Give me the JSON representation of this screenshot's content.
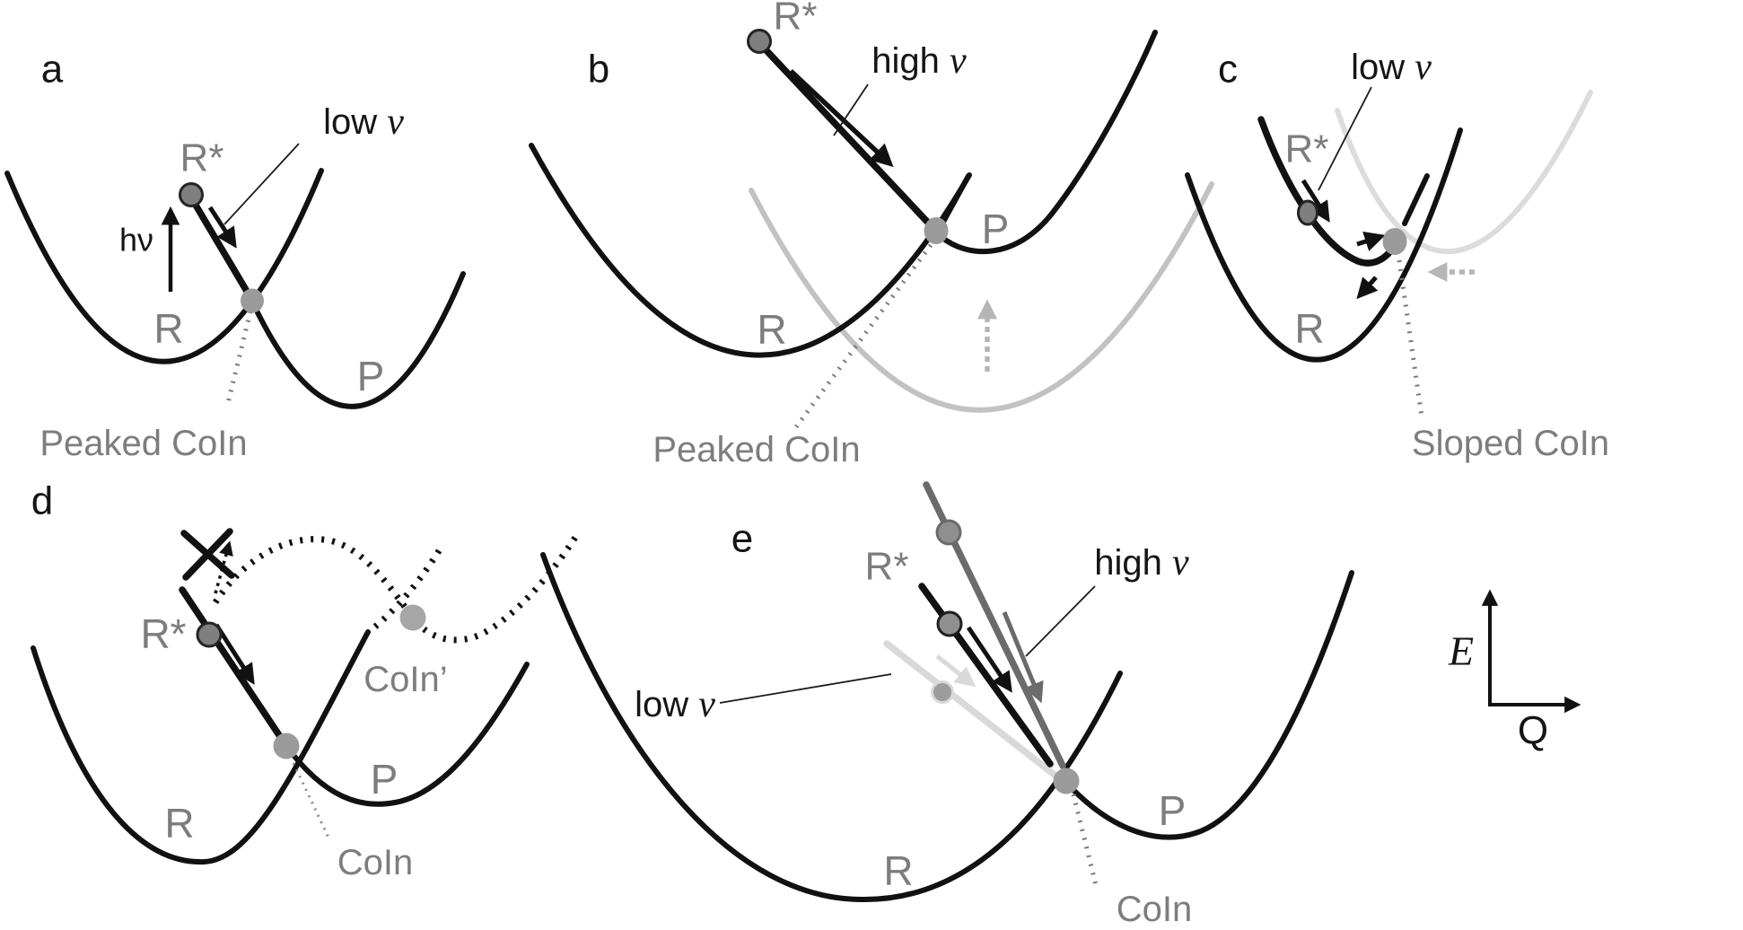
{
  "colors": {
    "curve_black": "#111111",
    "label_gray": "#7d7d7d",
    "coin_dot": "#9b9b9b",
    "rstar_dot": "#7f7f7f",
    "light_curve_b": "#c2c2c2",
    "light_curve_c": "#dcdcdc",
    "traj_dark_gray": "#6b6b6b",
    "traj_light_gray": "#d9d9d9",
    "dashed_arrow_gray": "#b5b5b5",
    "dotted_line_gray": "#7a7a7a"
  },
  "axis": {
    "energy_label": "E",
    "coordinate_label": "Q"
  },
  "panels": {
    "a": {
      "letter": "a",
      "excited_state": "R*",
      "reactant": "R",
      "product": "P",
      "photon": "hν",
      "velocity_prefix": "low ",
      "velocity_symbol": "v",
      "coin": "Peaked CoIn"
    },
    "b": {
      "letter": "b",
      "excited_state": "R*",
      "reactant": "R",
      "product": "P",
      "velocity_prefix": "high ",
      "velocity_symbol": "v",
      "coin": "Peaked CoIn"
    },
    "c": {
      "letter": "c",
      "excited_state": "R*",
      "reactant": "R",
      "velocity_prefix": "low ",
      "velocity_symbol": "v",
      "coin": "Sloped CoIn"
    },
    "d": {
      "letter": "d",
      "excited_state": "R*",
      "reactant": "R",
      "product": "P",
      "coin": "CoIn",
      "coin_prime": "CoIn’"
    },
    "e": {
      "letter": "e",
      "excited_state": "R*",
      "reactant": "R",
      "product": "P",
      "high_velocity_prefix": "high ",
      "low_velocity_prefix": "low ",
      "velocity_symbol": "v",
      "coin": "CoIn"
    }
  }
}
